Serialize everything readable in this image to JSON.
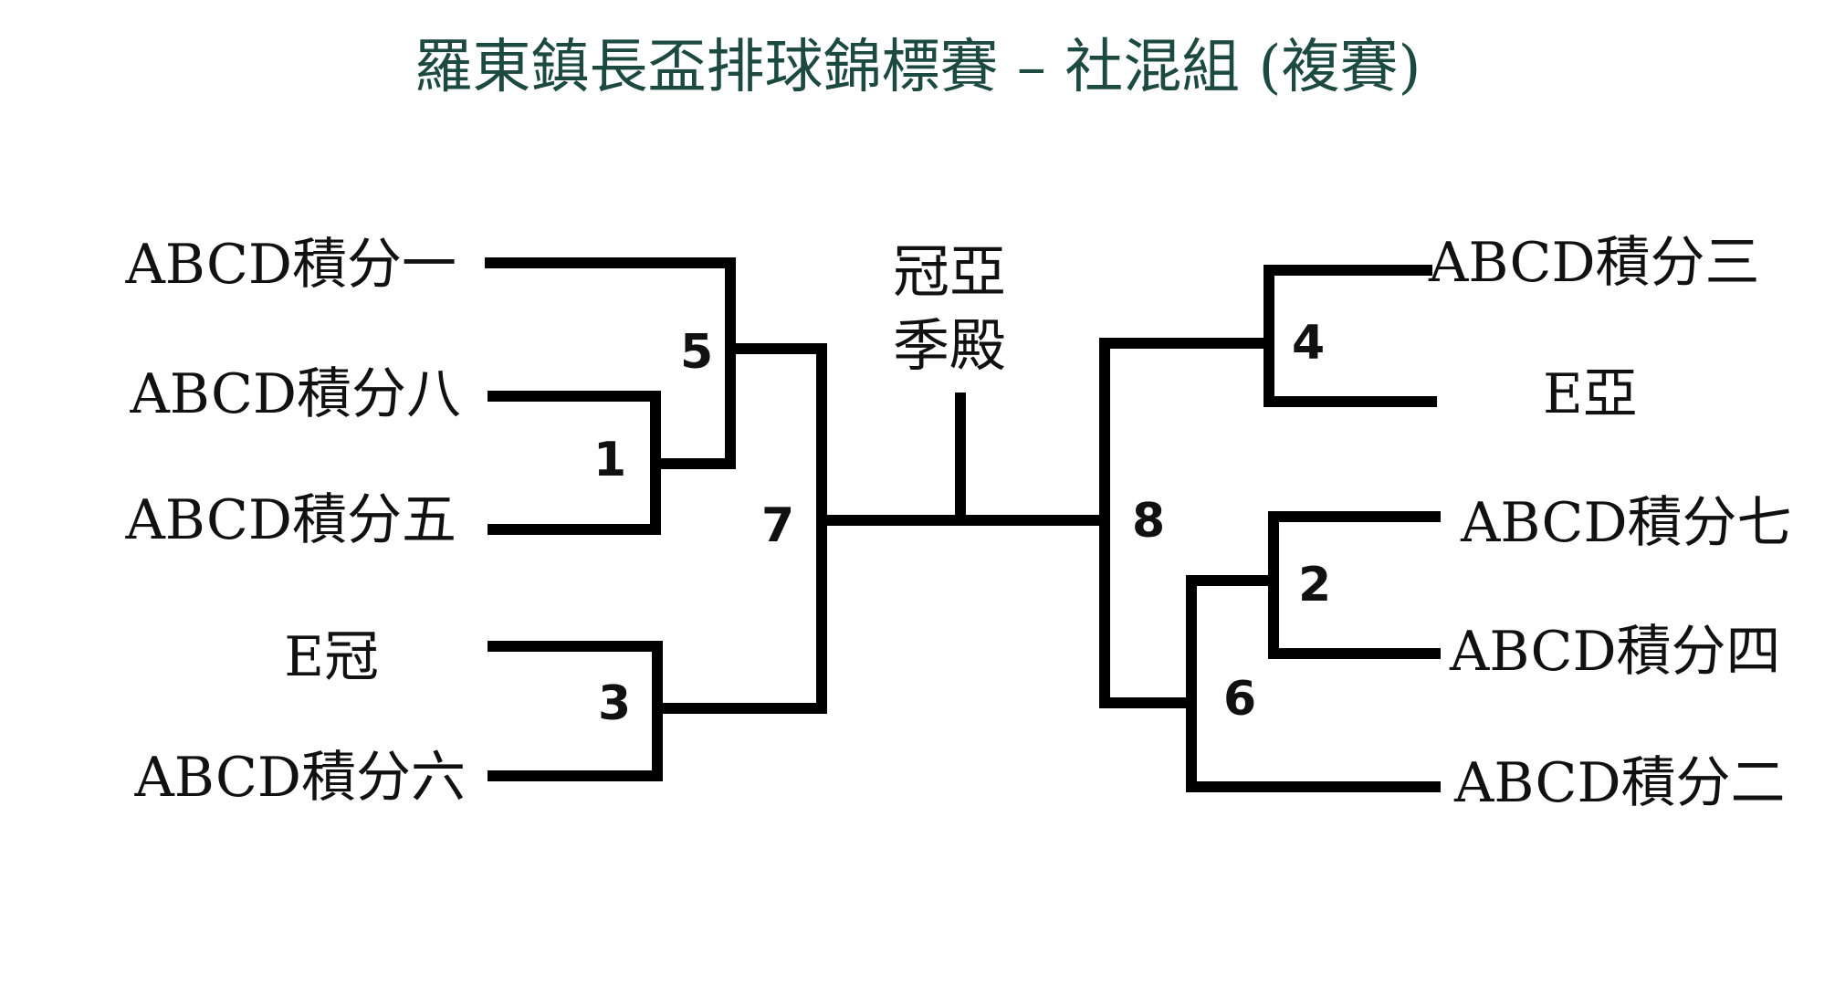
{
  "title": "羅東鎮長盃排球錦標賽 – 社混組 (複賽)",
  "left_teams": [
    "ABCD積分一",
    "ABCD積分八",
    "ABCD積分五",
    "E冠",
    "ABCD積分六"
  ],
  "right_teams": [
    "ABCD積分三",
    "E亞",
    "ABCD積分七",
    "ABCD積分四",
    "ABCD積分二"
  ],
  "center": {
    "line1": "冠亞",
    "line2": "季殿"
  },
  "matches": [
    "1",
    "2",
    "3",
    "4",
    "5",
    "6",
    "7",
    "8"
  ]
}
